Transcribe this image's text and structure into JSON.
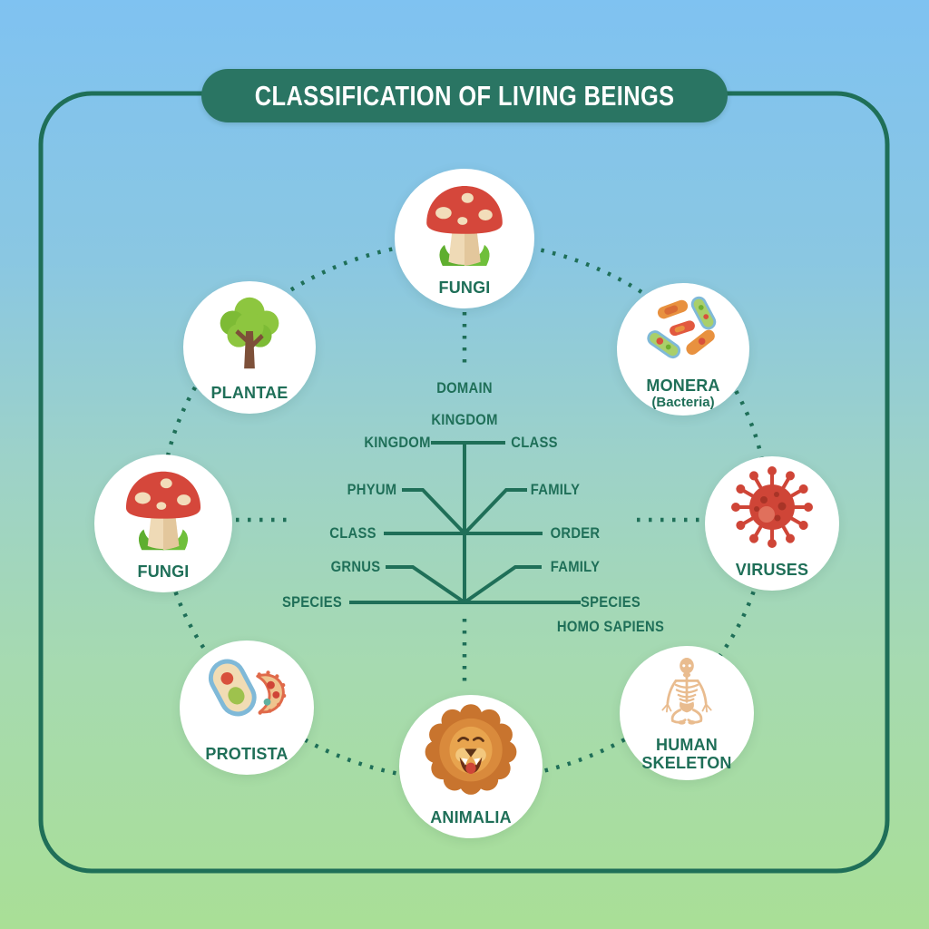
{
  "title": "CLASSIFICATION OF LIVING BEINGS",
  "colors": {
    "background_top": "#7fc2f1",
    "background_bottom": "#a9df96",
    "frame_green": "#1f6f58",
    "title_pill_green": "#2a7563",
    "text_green": "#1f6f58",
    "node_circle_white": "#ffffff",
    "mushroom_cap_red": "#d5473b",
    "virus_red": "#cf4537",
    "plant_green": "#8dc63f",
    "lion_orange": "#d98a3c",
    "skeleton_tan": "#e9bc8f",
    "bacteria_orange": "#e8913f",
    "bacteria_outline_blue": "#7fb9d8"
  },
  "nodes": [
    {
      "label": "FUNGI",
      "icon": "mushroom-icon"
    },
    {
      "label": "MONERA",
      "sublabel": "(Bacteria)",
      "icon": "bacteria-icon"
    },
    {
      "label": "VIRUSES",
      "icon": "virus-icon"
    },
    {
      "label": "HUMAN SKELETON",
      "icon": "skeleton-icon"
    },
    {
      "label": "ANIMALIA",
      "icon": "lion-icon"
    },
    {
      "label": "PROTISTA",
      "icon": "protozoa-icon"
    },
    {
      "label": "FUNGI",
      "icon": "mushroom-icon"
    },
    {
      "label": "PLANTAE",
      "icon": "tree-icon"
    }
  ],
  "tree_labels": {
    "domain": "DOMAIN",
    "kingdom_center": "KINGDOM",
    "kingdom_left": "KINGDOM",
    "class_right": "CLASS",
    "phylum": "PHYUM",
    "family_upper": "FAMILY",
    "class_left": "CLASS",
    "order": "ORDER",
    "genus": "GRNUS",
    "family_lower": "FAMILY",
    "species_left": "SPECIES",
    "species_right": "SPECIES",
    "homo_sapiens": "HOMO SAPIENS"
  }
}
